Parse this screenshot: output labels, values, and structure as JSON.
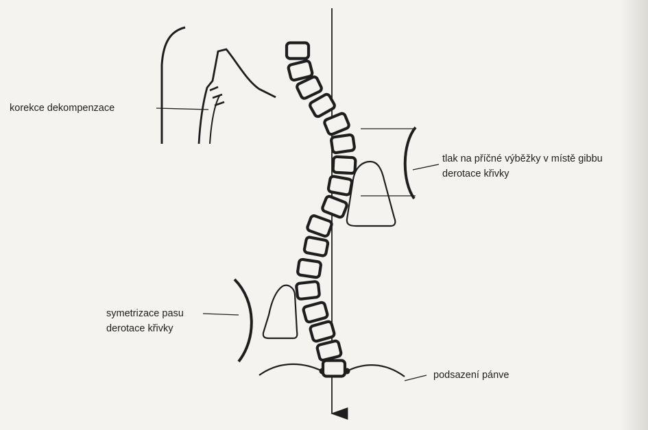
{
  "labels": {
    "decompensation": "korekce dekompenzace",
    "transverse_pressure": "tlak na příčné výběžky v místě gibbu",
    "curve_derotation_upper": "derotace křivky",
    "waist_symmetrization": "symetrizace pasu",
    "curve_derotation_lower": "derotace křivky",
    "pelvis": "podsazení pánve"
  },
  "colors": {
    "ink": "#1e1e1e",
    "paper": "#f4f3f0"
  },
  "vertebra_count": 17
}
